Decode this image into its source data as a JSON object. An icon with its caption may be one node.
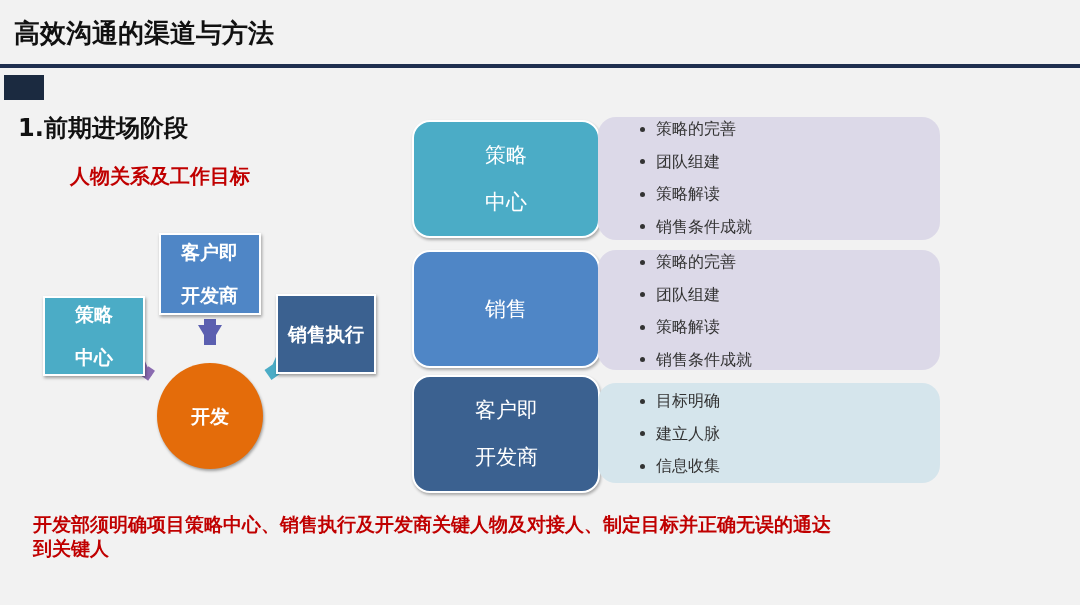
{
  "diagram": {
    "title": "高效沟通的渠道与方法",
    "nodes": [
      {
        "text": [
          "策略中心"
        ]
      },
      {
        "text": [
          "客户即开发商"
        ]
      },
      {
        "text": [
          "销售执行"
        ]
      },
      {
        "text": [
          "开发"
        ]
      },
      {
        "text": [
          "策略中心"
        ]
      },
      {
        "text": [
          "策略的完善",
          "团队组建",
          "策略解读",
          "销售条件成就"
        ]
      },
      {
        "text": [
          "销售"
        ]
      },
      {
        "text": [
          "策略的完善",
          "团队组建",
          "策略解读",
          "销售条件成就"
        ]
      },
      {
        "text": [
          "客户即开发商"
        ]
      },
      {
        "text": [
          "目标明确",
          "建立人脉",
          "信息收集"
        ]
      }
    ],
    "edges": [
      {
        "from": 0,
        "to": 3,
        "arrow": "to",
        "color": "#8a6bb0"
      },
      {
        "from": 1,
        "to": 3,
        "arrow": "to",
        "color": "#5b5fb0"
      },
      {
        "from": 2,
        "to": 3,
        "arrow": "to",
        "color": "#4bacc6"
      }
    ],
    "labels": [
      "1.前期进场阶段",
      "人物关系及工作目标",
      "开发部须明确项目策略中心、销售执行及开发商关键人物及对接人、制定目标并正确无误的通达到关键人"
    ]
  }
}
